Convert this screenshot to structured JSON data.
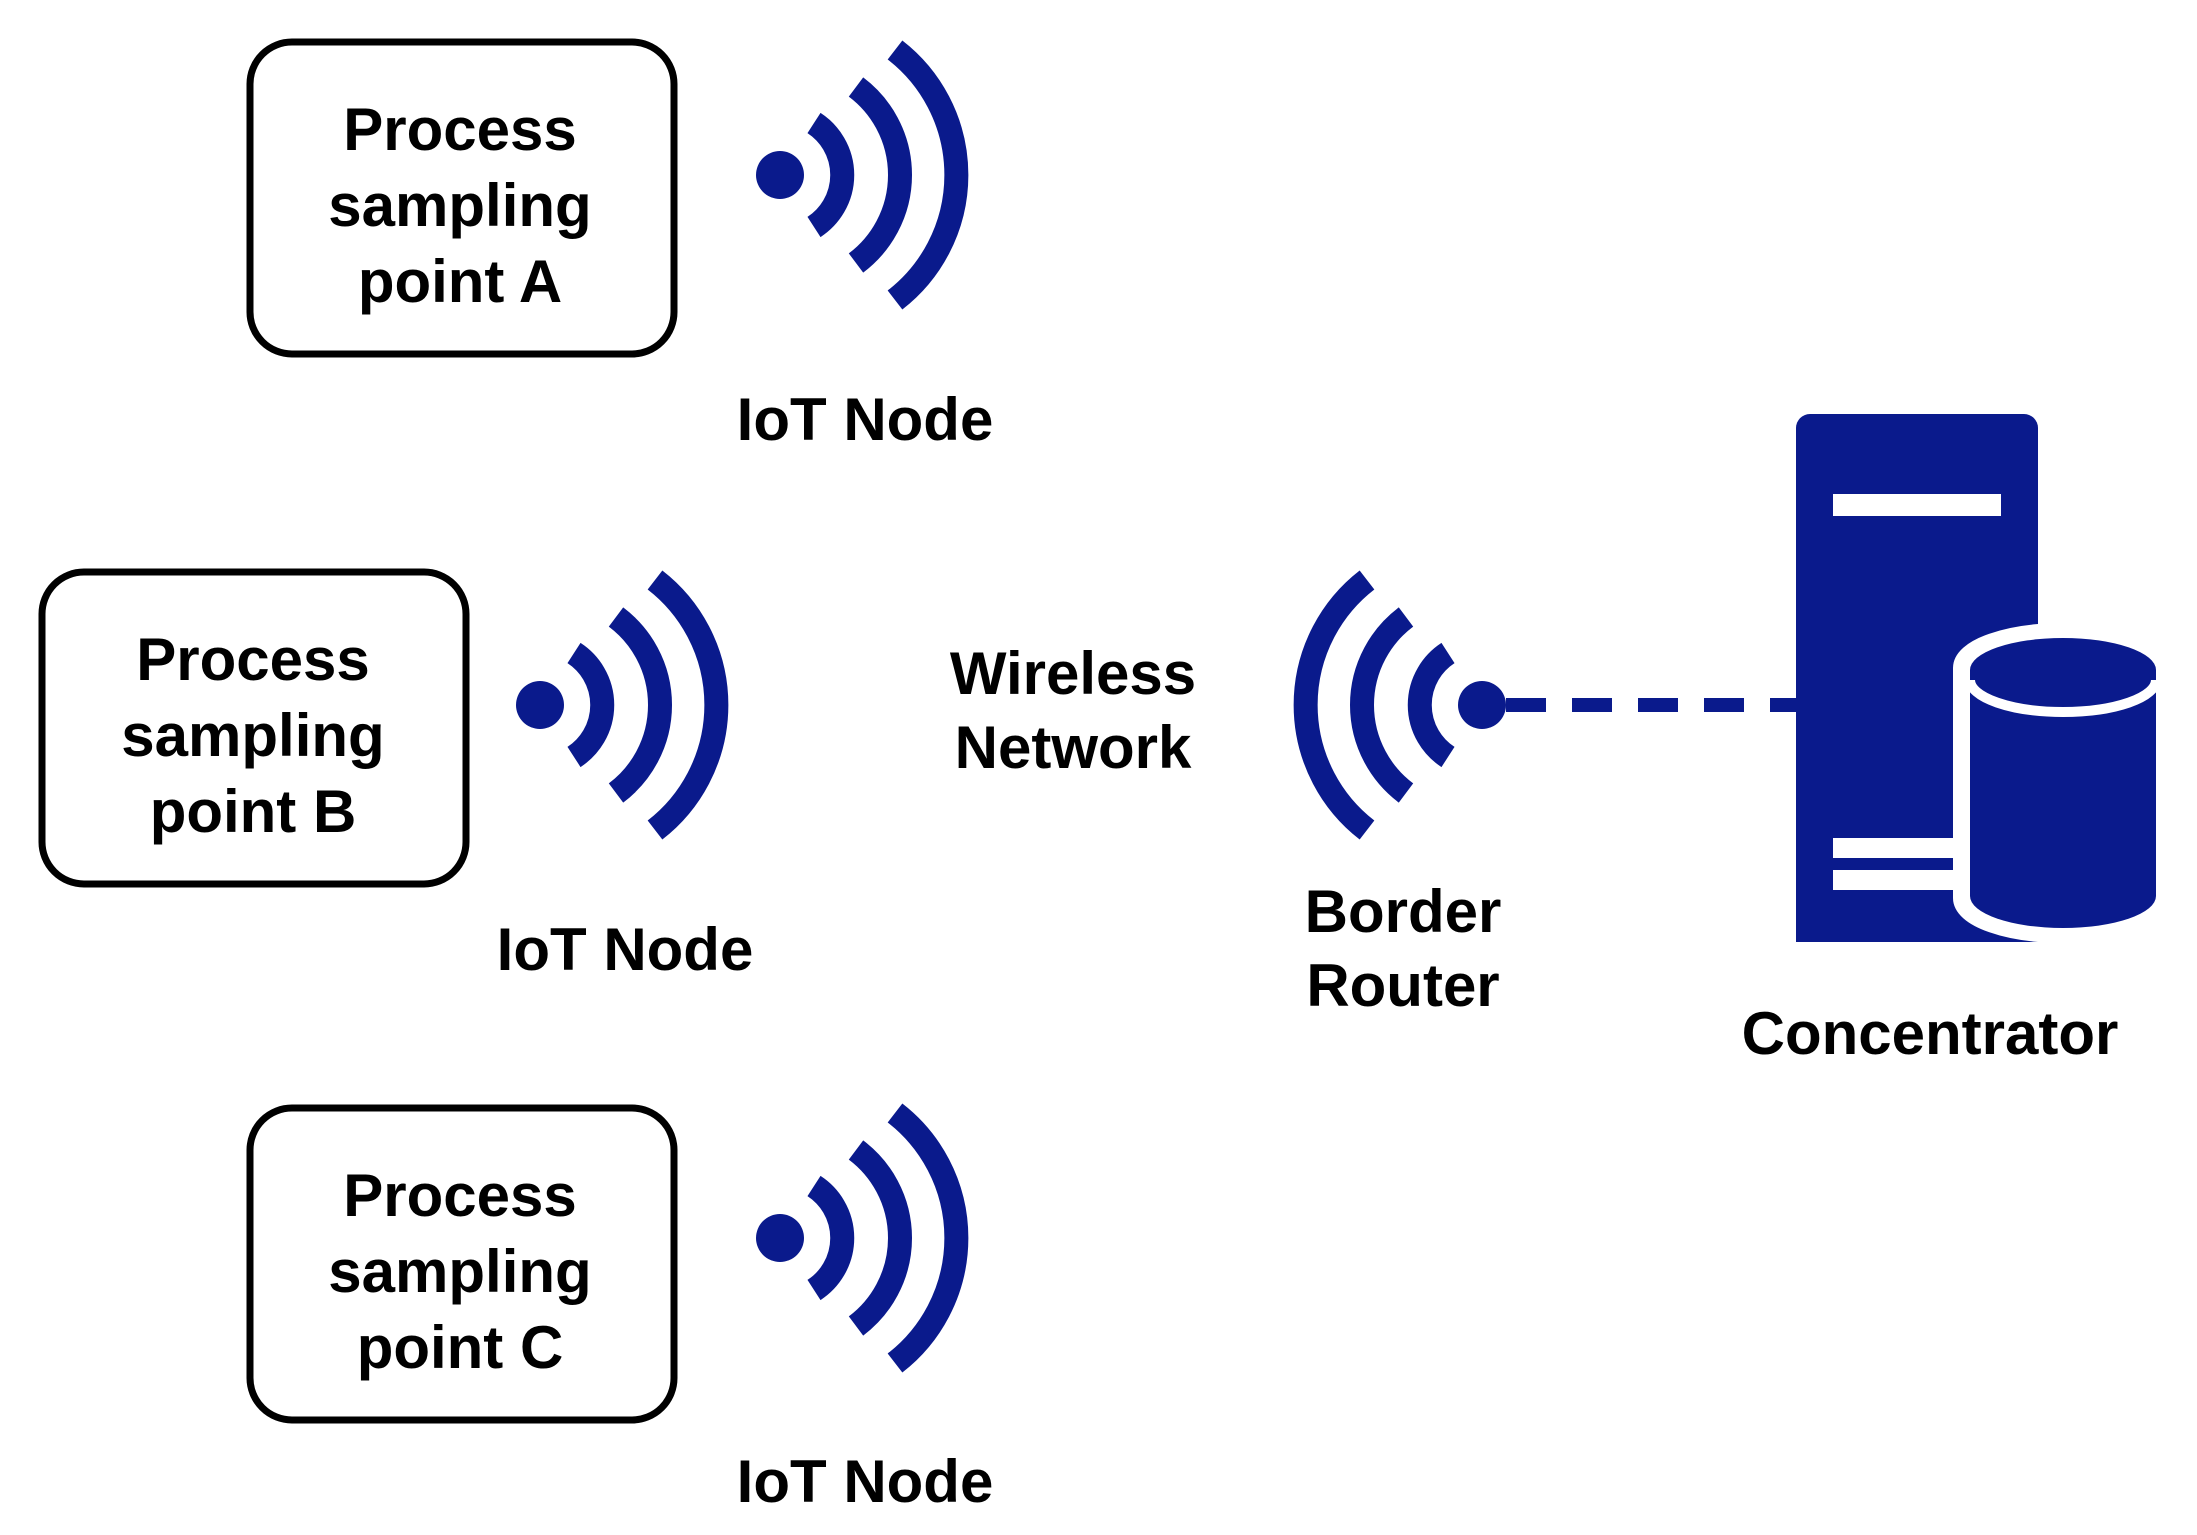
{
  "colors": {
    "accent": "#0a1a8c",
    "box_border": "#000000",
    "text": "#000000",
    "background": "#ffffff"
  },
  "sampling_points": [
    {
      "line1": "Process",
      "line2": "sampling",
      "line3": "point A",
      "node_label": "IoT Node"
    },
    {
      "line1": "Process",
      "line2": "sampling",
      "line3": "point B",
      "node_label": "IoT Node"
    },
    {
      "line1": "Process",
      "line2": "sampling",
      "line3": "point C",
      "node_label": "IoT Node"
    }
  ],
  "network": {
    "line1": "Wireless",
    "line2": "Network"
  },
  "border_router": {
    "icon": "wireless-signal-icon",
    "line1": "Border",
    "line2": "Router"
  },
  "concentrator": {
    "icon": "server-database-icon",
    "label": "Concentrator"
  }
}
